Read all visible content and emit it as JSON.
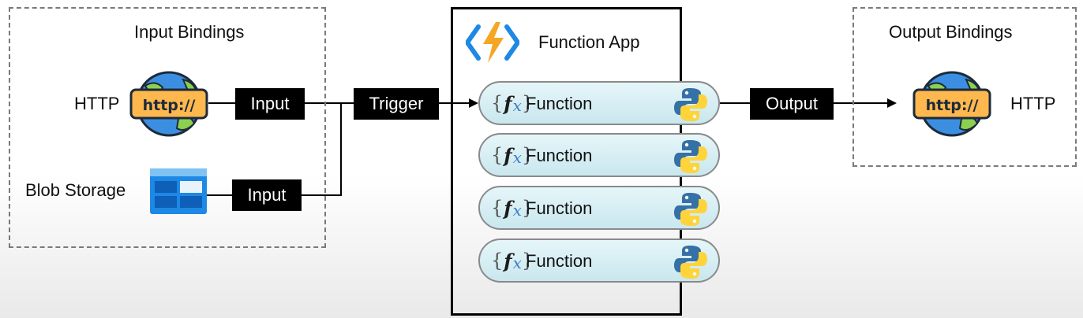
{
  "input_bindings": {
    "title": "Input Bindings",
    "http_label": "HTTP",
    "http_badge": "http://",
    "blob_label": "Blob Storage",
    "http_input_tag": "Input",
    "blob_input_tag": "Input"
  },
  "trigger_tag": "Trigger",
  "function_app": {
    "title": "Function App",
    "functions": [
      {
        "label": "Function"
      },
      {
        "label": "Function"
      },
      {
        "label": "Function"
      },
      {
        "label": "Function"
      }
    ]
  },
  "output_tag": "Output",
  "output_bindings": {
    "title": "Output Bindings",
    "http_label": "HTTP",
    "http_badge": "http://"
  },
  "colors": {
    "azure_blue": "#1e88e5",
    "lightning_orange": "#f5a623",
    "python_blue": "#3571a5",
    "python_yellow": "#ffd43b",
    "globe_blue": "#3c8fe0",
    "globe_green": "#8bd14f",
    "badge_yellow": "#ffb84d"
  }
}
